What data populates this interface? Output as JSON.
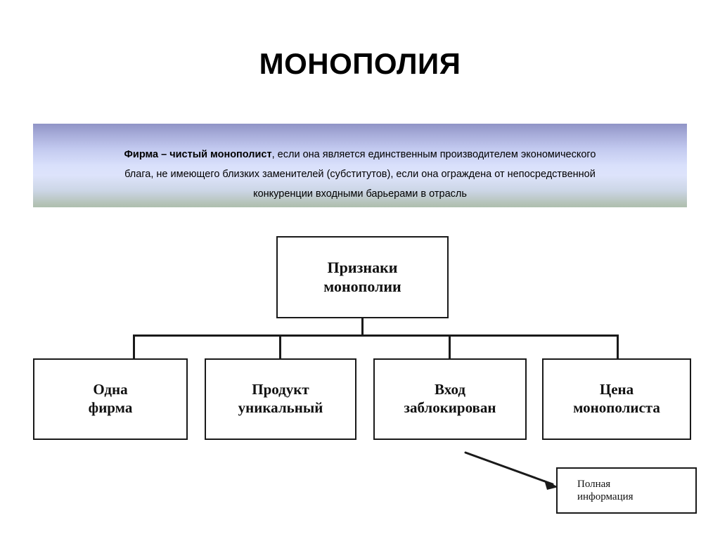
{
  "slide": {
    "title": "МОНОПОЛИЯ"
  },
  "definition": {
    "lead": "Фирма – чистый монополист",
    "line1_rest": ", если она является единственным производителем экономического",
    "line2": "блага, не имеющего близких заменителей (субститутов), если она ограждена от непосредственной",
    "line3": "конкуренции входными барьерами в отрасль",
    "gradient_top": "#9094c6",
    "gradient_mid": "#d9e0fb",
    "gradient_bottom": "#aebfae"
  },
  "diagram": {
    "root": {
      "line1": "Признаки",
      "line2": "монополии"
    },
    "leaves": [
      {
        "line1": "Одна",
        "line2": "фирма"
      },
      {
        "line1": "Продукт",
        "line2": "уникальный"
      },
      {
        "line1": "Вход",
        "line2": "заблокирован"
      },
      {
        "line1": "Цена",
        "line2": "монополиста"
      }
    ],
    "info_box": {
      "line1": "Полная",
      "line2": "информация"
    },
    "line_color": "#1a1a1a"
  }
}
